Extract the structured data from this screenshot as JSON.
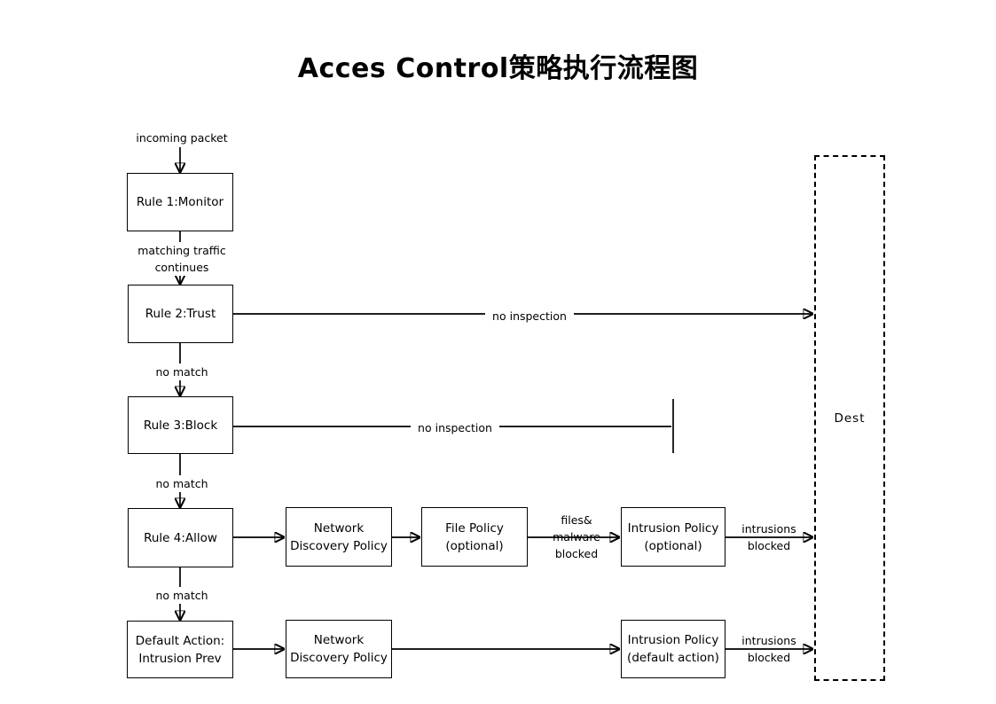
{
  "title": "Acces Control策略执行流程图",
  "nodes": {
    "rule1": "Rule 1:Monitor",
    "rule2": "Rule 2:Trust",
    "rule3": "Rule 3:Block",
    "rule4": "Rule 4:Allow",
    "default_action": "Default Action:\nIntrusion Prev",
    "network_discovery_allow": "Network\nDiscovery Policy",
    "file_policy": "File Policy\n(optional)",
    "intrusion_policy_optional": "Intrusion Policy\n(optional)",
    "network_discovery_default": "Network\nDiscovery Policy",
    "intrusion_policy_default": "Intrusion Policy\n(default action)",
    "destination": "Dest"
  },
  "edge_labels": {
    "incoming_packet": "incoming packet",
    "matching_traffic": "matching traffic\ncontinues",
    "no_match_1": "no match",
    "no_match_2": "no match",
    "no_match_3": "no match",
    "no_match_4": "no match",
    "no_inspection_trust": "no inspection",
    "no_inspection_block": "no inspection",
    "files_malware_blocked": "files&\nmalware\nblocked",
    "intrusions_blocked_allow": "intrusions\nblocked",
    "intrusions_blocked_default": "intrusions\nblocked"
  }
}
